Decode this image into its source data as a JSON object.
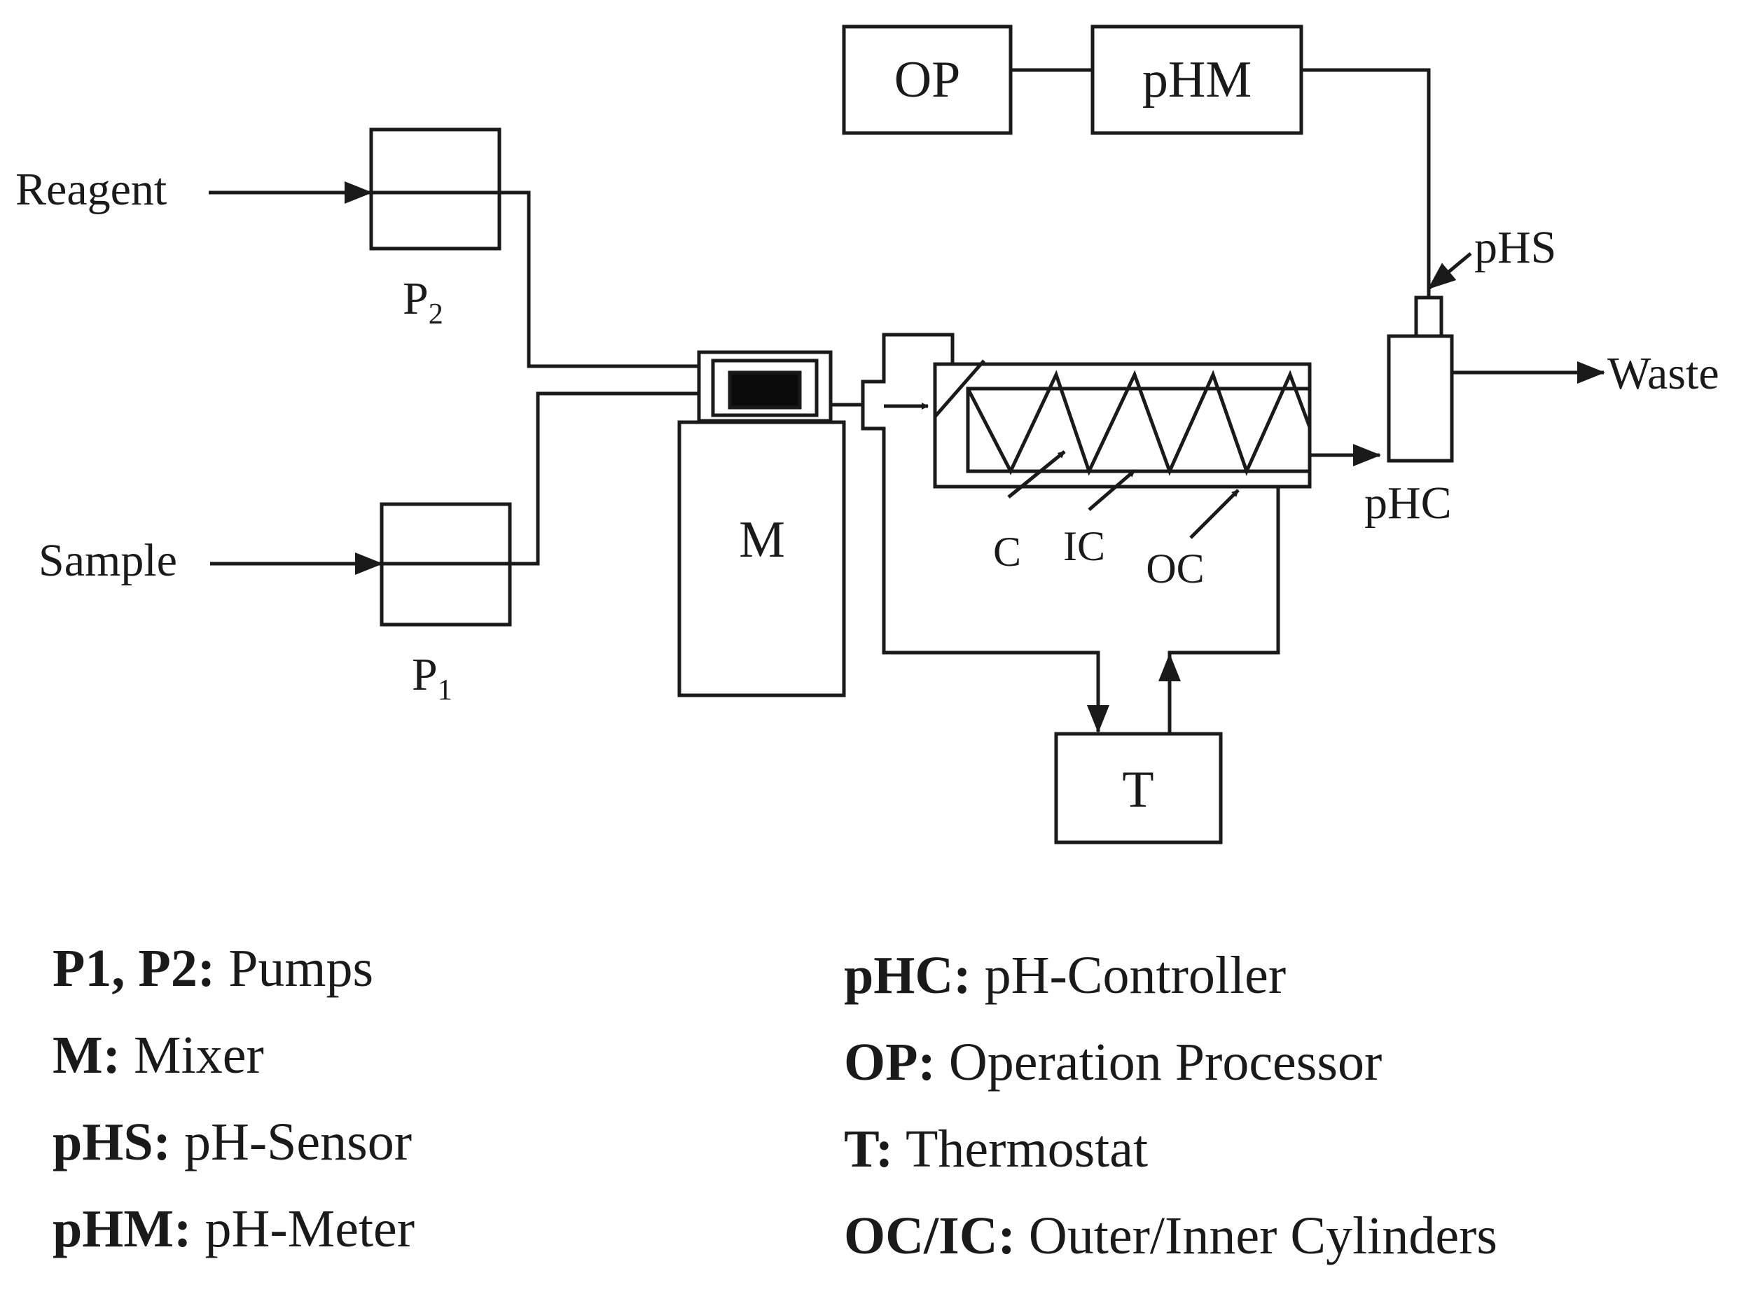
{
  "diagram": {
    "nodes": {
      "op": "OP",
      "phm": "pHM",
      "p2": "P",
      "p2_sub": "2",
      "p1": "P",
      "p1_sub": "1",
      "mixer": "M",
      "thermostat": "T"
    },
    "labels": {
      "reagent": "Reagent",
      "sample": "Sample",
      "waste": "Waste",
      "phs": "pHS",
      "phc": "pHC",
      "c": "C",
      "ic": "IC",
      "oc": "OC"
    }
  },
  "legend": {
    "left": [
      {
        "key": "P1, P2:",
        "desc": "Pumps"
      },
      {
        "key": "M:",
        "desc": "Mixer"
      },
      {
        "key": "pHS:",
        "desc": "pH-Sensor"
      },
      {
        "key": "pHM:",
        "desc": "pH-Meter"
      }
    ],
    "right": [
      {
        "key": "pHC:",
        "desc": "pH-Controller"
      },
      {
        "key": "OP:",
        "desc": "Operation Processor"
      },
      {
        "key": "T:",
        "desc": "Thermostat"
      },
      {
        "key": "OC/IC:",
        "desc": "Outer/Inner Cylinders"
      }
    ]
  }
}
